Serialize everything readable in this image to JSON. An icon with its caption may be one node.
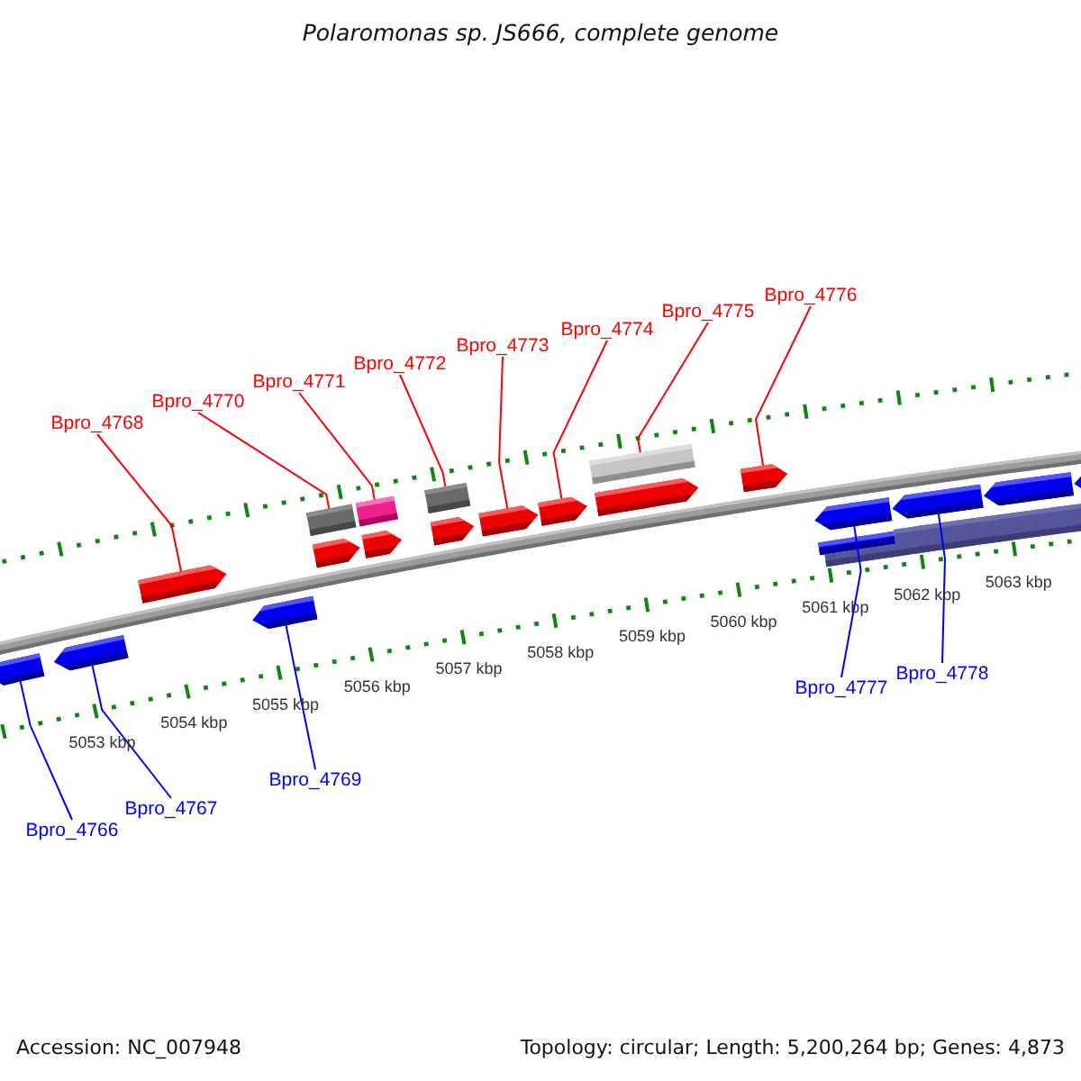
{
  "diagram": {
    "title": "Polaromonas sp. JS666, complete genome",
    "nodes": [
      {
        "text": [
          "Bpro_4768"
        ]
      },
      {
        "text": [
          "Bpro_4770"
        ]
      },
      {
        "text": [
          "Bpro_4771"
        ]
      },
      {
        "text": [
          "Bpro_4772"
        ]
      },
      {
        "text": [
          "Bpro_4773"
        ]
      },
      {
        "text": [
          "Bpro_4774"
        ]
      },
      {
        "text": [
          "Bpro_4775"
        ]
      },
      {
        "text": [
          "Bpro_4776"
        ]
      },
      {
        "text": [],
        "shape": "arrow"
      },
      {
        "text": [],
        "shape": "arrow"
      },
      {
        "text": [],
        "shape": "arrow"
      },
      {
        "text": [],
        "shape": "arrow"
      },
      {
        "text": [],
        "shape": "bar"
      },
      {
        "text": [],
        "shape": "arrow"
      },
      {
        "text": [],
        "shape": "bar"
      },
      {
        "text": [],
        "shape": "arrow"
      },
      {
        "text": [],
        "shape": "bar"
      },
      {
        "text": [],
        "shape": "arrow"
      },
      {
        "text": [],
        "shape": "arrow"
      },
      {
        "text": [],
        "shape": "arrow"
      },
      {
        "text": [],
        "shape": "bar"
      },
      {
        "text": [],
        "shape": "arrow"
      },
      {
        "text": [],
        "shape": "arrow"
      },
      {
        "text": [],
        "shape": "arrow"
      },
      {
        "text": [],
        "shape": "bar"
      },
      {
        "text": [],
        "shape": "bar"
      },
      {
        "text": [],
        "shape": "arrow"
      },
      {
        "text": [],
        "shape": "arrow"
      },
      {
        "text": [],
        "shape": "arrow"
      },
      {
        "text": [
          "Bpro_4766"
        ]
      },
      {
        "text": [
          "Bpro_4767"
        ]
      },
      {
        "text": [
          "Bpro_4769"
        ]
      },
      {
        "text": [
          "Bpro_4777"
        ]
      },
      {
        "text": [
          "Bpro_4778"
        ]
      }
    ],
    "edges": [
      {
        "from": 0,
        "to": 10,
        "arrow": "none"
      },
      {
        "from": 1,
        "to": 12,
        "arrow": "none"
      },
      {
        "from": 2,
        "to": 14,
        "arrow": "none"
      },
      {
        "from": 3,
        "to": 16,
        "arrow": "none"
      },
      {
        "from": 4,
        "to": 18,
        "arrow": "none"
      },
      {
        "from": 5,
        "to": 19,
        "arrow": "none"
      },
      {
        "from": 6,
        "to": 20,
        "arrow": "none"
      },
      {
        "from": 7,
        "to": 22,
        "arrow": "none"
      },
      {
        "from": 29,
        "to": 8,
        "arrow": "none",
        "color": "#0000ff"
      },
      {
        "from": 30,
        "to": 9,
        "arrow": "none",
        "color": "#0000ff"
      },
      {
        "from": 31,
        "to": 11,
        "arrow": "none",
        "color": "#0000ff"
      },
      {
        "from": 32,
        "to": 23,
        "arrow": "none",
        "color": "#0000ff"
      },
      {
        "from": 33,
        "to": 26,
        "arrow": "none",
        "color": "#0000ff"
      }
    ],
    "labels": [
      "5053 kbp",
      "5054 kbp",
      "5055 kbp",
      "5056 kbp",
      "5057 kbp",
      "5058 kbp",
      "5059 kbp",
      "5060 kbp",
      "5061 kbp",
      "5062 kbp",
      "5063 kbp",
      "Accession: NC_007948",
      "Topology: circular; Length: 5,200,264 bp; Genes: 4,873"
    ]
  }
}
